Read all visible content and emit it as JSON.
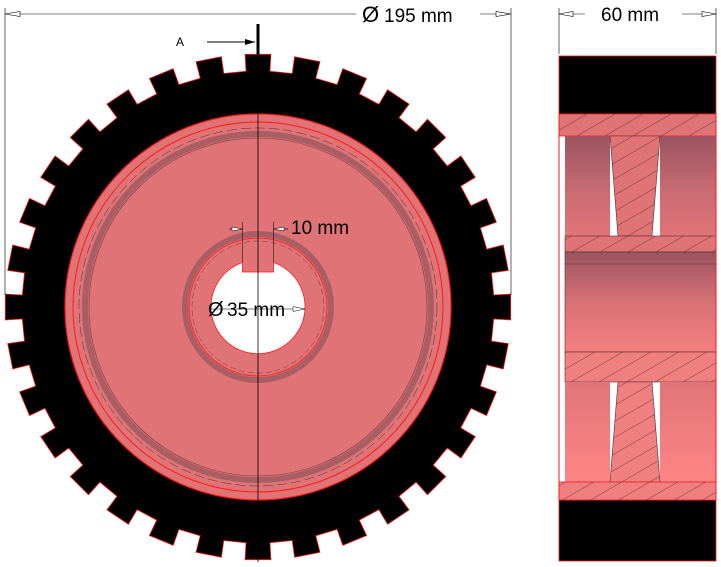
{
  "front_view": {
    "outer_diameter_label": "195 mm",
    "keyway_width_label": "10 mm",
    "bore_diameter_label": "35 mm",
    "section_marker": "A",
    "diameter_symbol": "Ø",
    "tooth_count": 32
  },
  "side_view": {
    "width_label": "60 mm"
  },
  "colors": {
    "rubber": "#000000",
    "hub": "#df7376",
    "outline": "#ff1a1a",
    "groove": "#b06266",
    "section_light": "#f07f80",
    "section_dark": "#a0565e"
  }
}
